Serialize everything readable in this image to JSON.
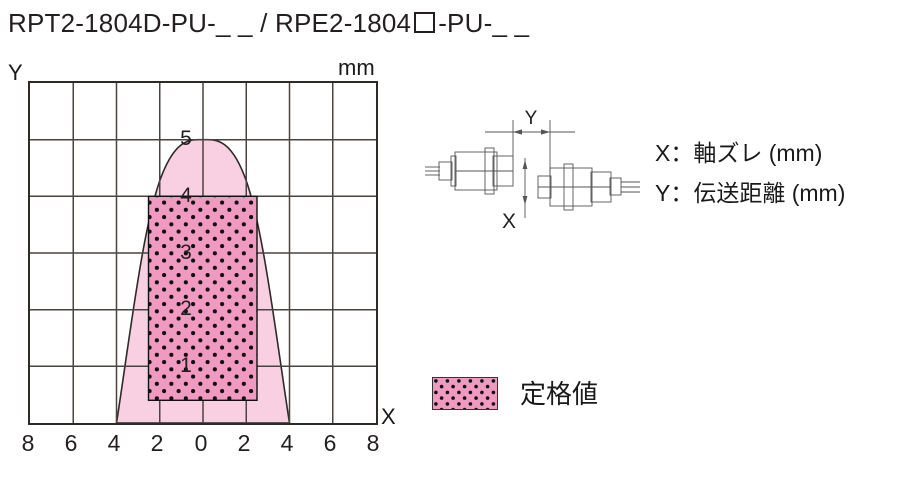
{
  "title": {
    "prefix": "RPT2-1804D-PU-_ _ / RPE2-1804",
    "suffix": "-PU-_ _",
    "box_icon": "square-placeholder-icon"
  },
  "chart_data": {
    "type": "area",
    "title": "",
    "xlabel": "X",
    "ylabel": "Y",
    "unit": "mm",
    "xlim": [
      -8,
      8
    ],
    "ylim": [
      0,
      6
    ],
    "grid": true,
    "x_tick_labels": [
      "8",
      "6",
      "4",
      "2",
      "0",
      "2",
      "4",
      "6",
      "8"
    ],
    "x_tick_values": [
      -8,
      -6,
      -4,
      -2,
      0,
      2,
      4,
      6,
      8
    ],
    "y_tick_labels": [
      "1",
      "2",
      "3",
      "4",
      "5"
    ],
    "y_tick_values": [
      1,
      2,
      3,
      4,
      5
    ],
    "series": [
      {
        "name": "operating-range",
        "kind": "parabolic-area",
        "color": "#f9cfe2",
        "edge_color": "#2e2a28",
        "peak": {
          "x": 0,
          "y": 5
        },
        "base_half_width": 4,
        "x": [
          -4,
          -3.5,
          -3,
          -2.5,
          -2,
          -1.5,
          -1,
          -0.5,
          0,
          0.5,
          1,
          1.5,
          2,
          2.5,
          3,
          3.5,
          4
        ],
        "y": [
          0,
          2.2,
          3.2,
          3.85,
          4.3,
          4.62,
          4.85,
          4.97,
          5,
          4.97,
          4.85,
          4.62,
          4.3,
          3.85,
          3.2,
          2.2,
          0
        ]
      },
      {
        "name": "rated-value",
        "kind": "rect",
        "color": "#f09ac1",
        "pattern": "dots",
        "x_range": [
          -2.5,
          2.5
        ],
        "y_range": [
          0.4,
          4.0
        ]
      }
    ]
  },
  "diagram": {
    "name": "through-beam-sensor-pair",
    "y_dimension_label": "Y",
    "x_dimension_label": "X"
  },
  "definitions": [
    "X：軸ズレ (mm)",
    "Y：伝送距離 (mm)"
  ],
  "legend": {
    "swatch_name": "rated-value-swatch",
    "label": "定格値"
  },
  "colors": {
    "area_light": "#f9cfe2",
    "area_dark": "#f09ac1",
    "line": "#2e2a28",
    "grid": "#4a4441",
    "text": "#231f20"
  }
}
